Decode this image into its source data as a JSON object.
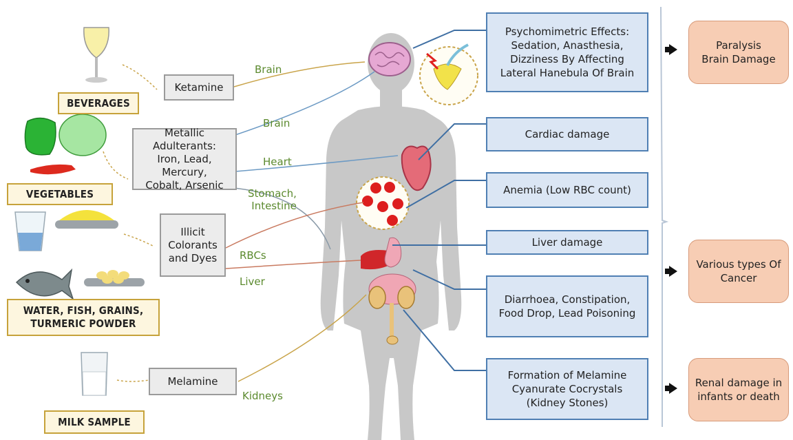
{
  "sources": {
    "beverages": "BEVERAGES",
    "vegetables": "VEGETABLES",
    "water_fish": "WATER, FISH, GRAINS,\nTURMERIC POWDER",
    "milk": "MILK SAMPLE"
  },
  "adulterants": {
    "ketamine": "Ketamine",
    "metallic": "Metallic Adulterants:\nIron, Lead, Mercury,\nCobalt, Arsenic",
    "colorants": "Illicit\nColorants\nand Dyes",
    "melamine": "Melamine"
  },
  "organs": {
    "brain1": "Brain",
    "brain2": "Brain",
    "heart": "Heart",
    "stomach": "Stomach,\nIntestine",
    "rbcs": "RBCs",
    "liver": "Liver",
    "kidneys": "Kidneys"
  },
  "effects": {
    "psycho": "Psychomimetric Effects:\nSedation, Anasthesia,\nDizziness By Affecting\nLateral Hanebula Of Brain",
    "cardiac": "Cardiac damage",
    "anemia": "Anemia (Low RBC count)",
    "liver": "Liver damage",
    "diarrhoea": "Diarrhoea, Constipation,\nFood Drop, Lead Poisoning",
    "melamine": "Formation of Melamine\nCyanurate Cocrystals\n(Kidney Stones)"
  },
  "outcomes": {
    "paralysis": "Paralysis\nBrain Damage",
    "cancer": "Various types Of\nCancer",
    "renal": "Renal damage in\ninfants or death"
  },
  "colors": {
    "source_border": "#c6a23a",
    "effect_fill": "#dbe6f4",
    "effect_border": "#4f7fb3",
    "outcome_fill": "#f7cdb4",
    "organ_text": "#5b8a2e"
  }
}
